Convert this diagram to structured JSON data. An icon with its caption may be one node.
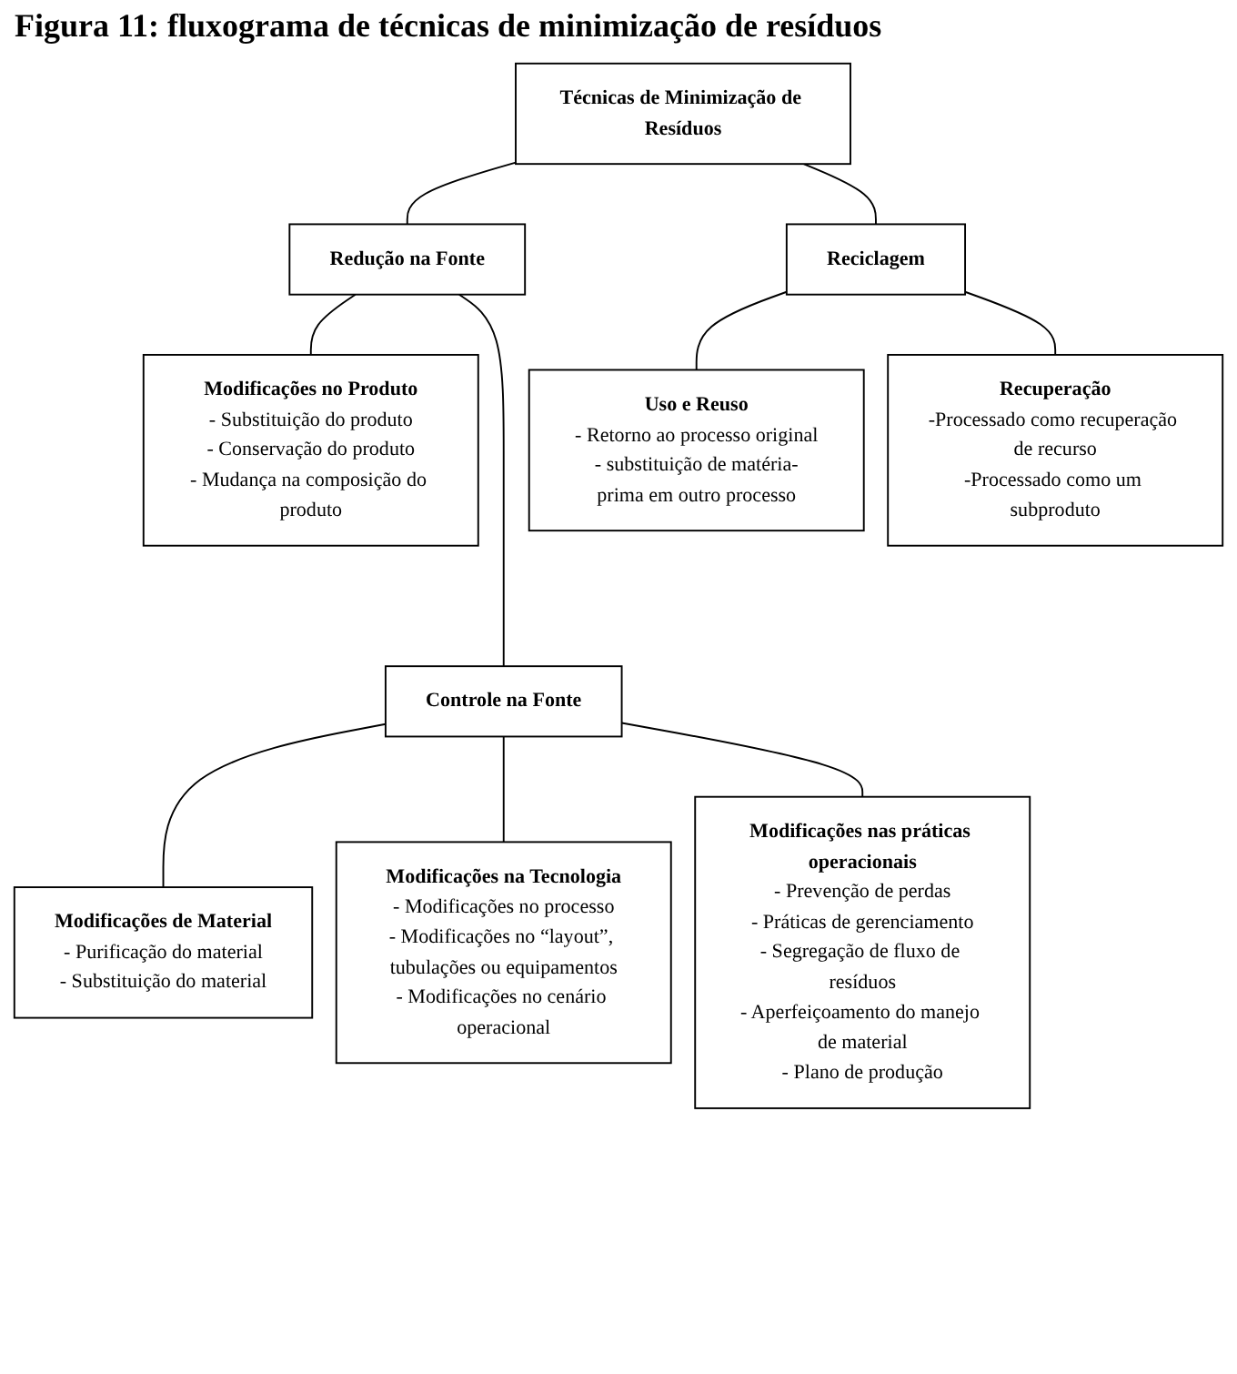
{
  "diagram": {
    "title": "Figura 11: fluxograma de técnicas de minimização de resíduos",
    "nodes": [
      {
        "text": [
          "Técnicas de Minimização de Resíduos"
        ]
      },
      {
        "text": [
          "Redução na Fonte"
        ]
      },
      {
        "text": [
          "Reciclagem"
        ]
      },
      {
        "text": [
          "Modificações no Produto",
          "- Substituição do produto",
          "- Conservação do produto",
          "- Mudança na composição do produto"
        ]
      },
      {
        "text": [
          "Controle na Fonte"
        ]
      },
      {
        "text": [
          "Uso e Reuso",
          "- Retorno ao processo original",
          "- substituição de matéria-prima em outro processo"
        ]
      },
      {
        "text": [
          "Recuperação",
          "-Processado como recuperação de recurso",
          "-Processado como um subproduto"
        ]
      },
      {
        "text": [
          "Modificações de Material",
          "- Purificação do material",
          "- Substituição do material"
        ]
      },
      {
        "text": [
          "Modificações na Tecnologia",
          "- Modificações no processo",
          "- Modificações no “layout”, tubulações ou equipamentos",
          "- Modificações no cenário operacional"
        ]
      },
      {
        "text": [
          "Modificações nas práticas operacionais",
          "- Prevenção de perdas",
          "- Práticas de gerenciamento",
          "- Segregação de fluxo de resíduos",
          "- Aperfeiçoamento do manejo de material",
          "- Plano de produção"
        ]
      }
    ],
    "edges": [
      {
        "from": 0,
        "to": 1,
        "arrow": "none"
      },
      {
        "from": 0,
        "to": 2,
        "arrow": "none"
      },
      {
        "from": 1,
        "to": 3,
        "arrow": "none"
      },
      {
        "from": 1,
        "to": 4,
        "arrow": "none"
      },
      {
        "from": 2,
        "to": 5,
        "arrow": "none"
      },
      {
        "from": 2,
        "to": 6,
        "arrow": "none"
      },
      {
        "from": 4,
        "to": 7,
        "arrow": "none"
      },
      {
        "from": 4,
        "to": 8,
        "arrow": "none"
      },
      {
        "from": 4,
        "to": 9,
        "arrow": "none"
      }
    ]
  }
}
